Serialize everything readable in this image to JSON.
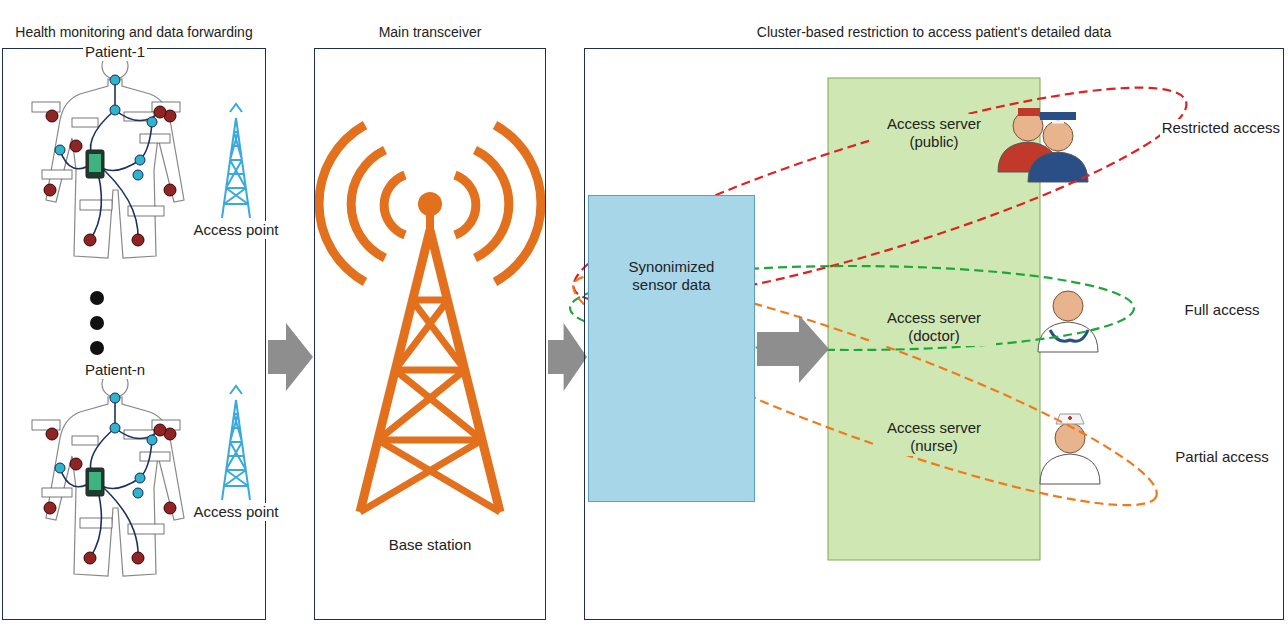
{
  "diagram": {
    "nodes": [
      {
        "text": [
          "Health monitoring and data forwarding"
        ]
      },
      {
        "text": [
          "Main transceiver"
        ]
      },
      {
        "text": [
          "Cluster-based restriction to access patient's detailed data"
        ]
      },
      {
        "text": [
          "Synonimized sensor data"
        ],
        "in": 2
      },
      {
        "text": [
          "Access server (public)"
        ],
        "in": 2
      },
      {
        "text": [
          "Access server (doctor)"
        ],
        "in": 2
      },
      {
        "text": [
          "Access server (nurse)"
        ],
        "in": 2
      }
    ],
    "edges": [
      {
        "from": 0,
        "to": 1,
        "arrow": "to"
      },
      {
        "from": 1,
        "to": 3,
        "arrow": "to"
      },
      {
        "from": 3,
        "to": 5,
        "arrow": "to"
      }
    ],
    "labels": [
      "Patient-1",
      "Access point",
      "Patient-n",
      "Access point",
      "Base station",
      "Restricted access",
      "Full access",
      "Partial access"
    ]
  }
}
